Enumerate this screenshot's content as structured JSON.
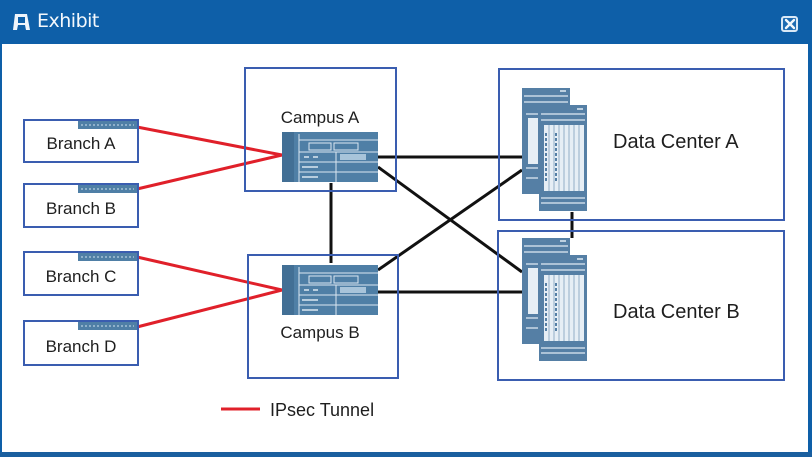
{
  "window": {
    "title": "Exhibit",
    "title_icon": "exhibit-icon",
    "close_icon": "close-icon",
    "title_bar_color": "#0e5fa8"
  },
  "diagram": {
    "branches": [
      {
        "id": "branch-a",
        "label": "Branch A"
      },
      {
        "id": "branch-b",
        "label": "Branch B"
      },
      {
        "id": "branch-c",
        "label": "Branch C"
      },
      {
        "id": "branch-d",
        "label": "Branch D"
      }
    ],
    "campuses": [
      {
        "id": "campus-a",
        "label": "Campus A"
      },
      {
        "id": "campus-b",
        "label": "Campus B"
      }
    ],
    "data_centers": [
      {
        "id": "data-center-a",
        "label": "Data Center A"
      },
      {
        "id": "data-center-b",
        "label": "Data Center B"
      }
    ],
    "links": [
      {
        "from": "Branch A",
        "to": "Campus A",
        "type": "IPsec Tunnel"
      },
      {
        "from": "Branch B",
        "to": "Campus A",
        "type": "IPsec Tunnel"
      },
      {
        "from": "Branch C",
        "to": "Campus B",
        "type": "IPsec Tunnel"
      },
      {
        "from": "Branch D",
        "to": "Campus B",
        "type": "IPsec Tunnel"
      },
      {
        "from": "Campus A",
        "to": "Campus B",
        "type": "link"
      },
      {
        "from": "Campus A",
        "to": "Data Center A",
        "type": "link"
      },
      {
        "from": "Campus A",
        "to": "Data Center B",
        "type": "link"
      },
      {
        "from": "Campus B",
        "to": "Data Center A",
        "type": "link"
      },
      {
        "from": "Campus B",
        "to": "Data Center B",
        "type": "link"
      },
      {
        "from": "Data Center A",
        "to": "Data Center B",
        "type": "link"
      }
    ],
    "legend": {
      "label": "IPsec Tunnel",
      "color": "#e0202a"
    },
    "colors": {
      "box_border": "#3a5db0",
      "device": "#4f7fa6",
      "link": "#111111"
    }
  }
}
